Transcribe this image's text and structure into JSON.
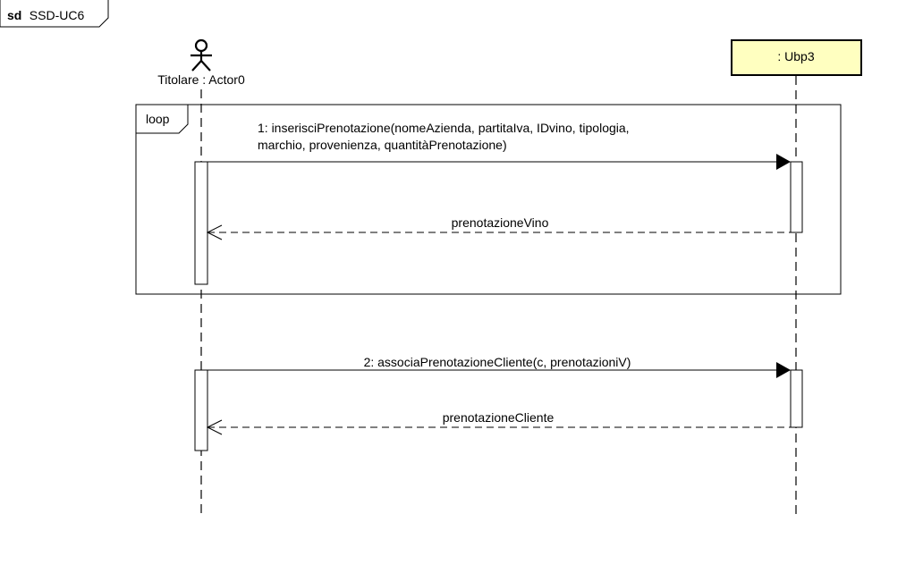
{
  "frame": {
    "kind": "sd",
    "name": "SSD-UC6"
  },
  "actor": {
    "label": "Titolare : Actor0"
  },
  "object": {
    "label": ": Ubp3",
    "fill": "#ffffc0"
  },
  "fragment": {
    "operator": "loop"
  },
  "messages": [
    {
      "line1": "1: inserisciPrenotazione(nomeAzienda, partitaIva, IDvino, tipologia,",
      "line2": "marchio, provenienza, quantitàPrenotazione)"
    },
    {
      "line1": "prenotazioneVino"
    },
    {
      "line1": "2: associaPrenotazioneCliente(c, prenotazioniV)"
    },
    {
      "line1": "prenotazioneCliente"
    }
  ]
}
